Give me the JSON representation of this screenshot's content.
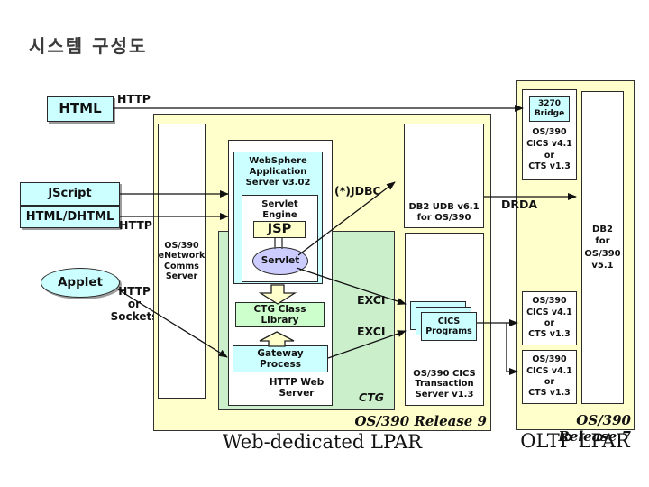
{
  "title": "시스템 구성도",
  "clients": {
    "html": "HTML",
    "jscript": "JScript",
    "html_dhtml": "HTML/DHTML",
    "applet": "Applet"
  },
  "connections": {
    "http_top": "HTTP",
    "http_mid": "HTTP",
    "http_or_sockets": "HTTP\nor\nSockets",
    "jdbc": "(*)JDBC",
    "exci_upper": "EXCI",
    "exci_lower": "EXCI",
    "drda": "DRDA",
    "ctg": "CTG"
  },
  "web_lpar": {
    "caption": "Web-dedicated LPAR",
    "release": "OS/390 Release 9",
    "comms_server": "OS/390\neNetwork\nComms\nServer",
    "http_web_server": "HTTP Web\nServer",
    "websphere": "WebSphere\nApplication\nServer v3.02",
    "servlet_engine": "Servlet\nEngine",
    "jsp": "JSP",
    "servlet": "Servlet",
    "ctg_class_library": "CTG Class\nLibrary",
    "gateway_process": "Gateway\nProcess",
    "db2_udb": "DB2 UDB v6.1\nfor OS/390",
    "cics_programs": "CICS\nPrograms",
    "cics_transaction_server": "OS/390 CICS\nTransaction\nServer v1.3"
  },
  "oltp_lpar": {
    "caption": "OLTP LPAR",
    "release": "OS/390 Release 7",
    "bridge_3270": "3270\nBridge",
    "cics_top": "OS/390\nCICS v4.1\nor\nCTS v1.3",
    "cics_middle": "OS/390\nCICS v4.1\nor\nCTS v1.3",
    "cics_bottom": "OS/390\nCICS v4.1\nor\nCTS v1.3",
    "db2": "DB2\nfor\nOS/390\nv5.1"
  },
  "colors": {
    "lpar_background": "#ffffcc",
    "cyan_component": "#ccffff",
    "ctg_area_green": "#cbefcb",
    "library_green": "#ccffcc",
    "servlet_ellipse": "#ccccff",
    "jsp_yellow": "#ffffcc",
    "line_black": "#111111"
  }
}
